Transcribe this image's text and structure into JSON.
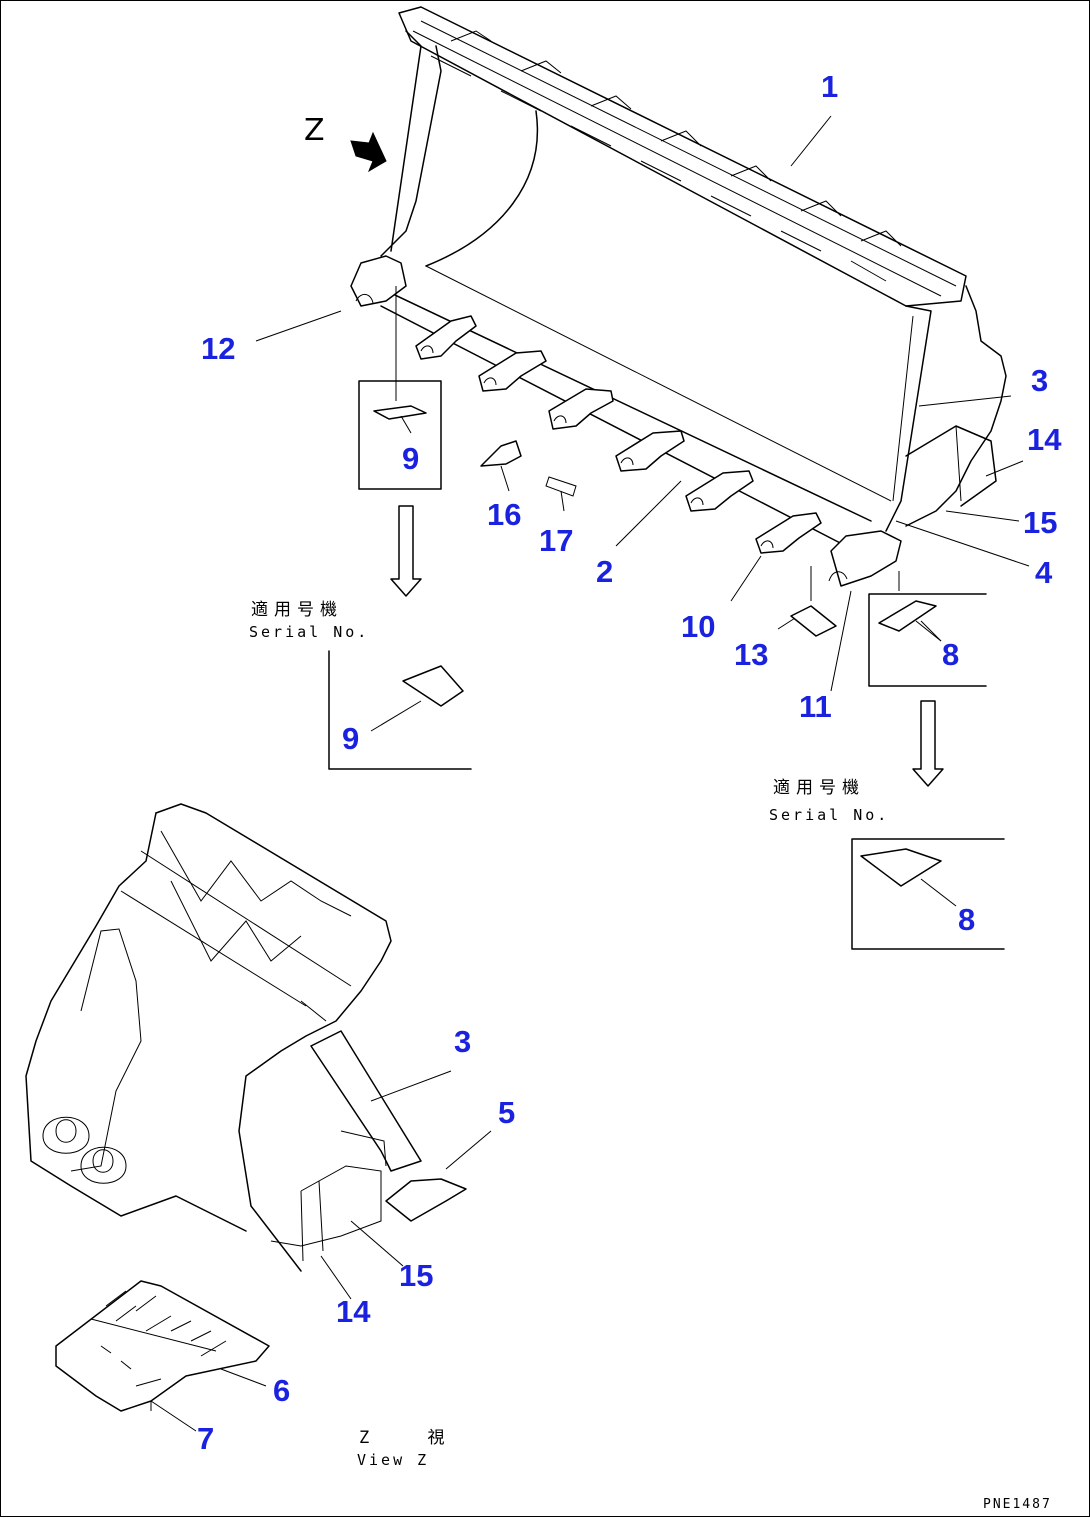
{
  "view_marker": "Z",
  "callouts_upper": [
    "1",
    "12",
    "9",
    "3",
    "14",
    "15",
    "4",
    "16",
    "17",
    "2",
    "10",
    "13",
    "8",
    "11"
  ],
  "inset_left": {
    "jp": "適用号機",
    "en": "Serial No.",
    "part": "9"
  },
  "inset_right": {
    "jp": "適用号機",
    "en": "Serial No.",
    "part": "8"
  },
  "callouts_lower": [
    "3",
    "5",
    "15",
    "14",
    "6",
    "7"
  ],
  "view_caption": {
    "jp": "Z 視",
    "en": "View Z"
  },
  "drawing_code": "PNE1487",
  "colors": {
    "callout": "#1a22e0",
    "line": "#000000",
    "background": "#ffffff"
  }
}
